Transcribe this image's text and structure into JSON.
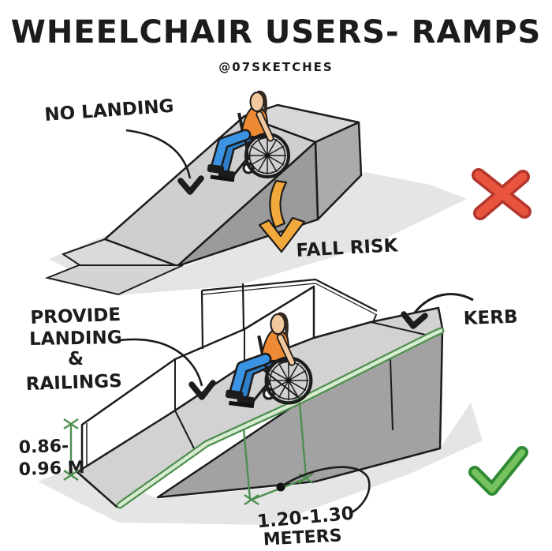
{
  "title": "WHEELCHAIR USERS- RAMPS",
  "credit": "@07SKETCHES",
  "colors": {
    "ink": "#1c1c1c",
    "ramp_top": "#cfcfcf",
    "ramp_side": "#9b9b9b",
    "shadow": "#e5e5e5",
    "skin": "#f2c89e",
    "shirt_orange": "#ee8a33",
    "jeans_blue": "#3b93e3",
    "warning_arrow_orange": "#f2a93b",
    "cross_red": "#e8543e",
    "cross_red_dark": "#b3362c",
    "check_green_light": "#76c25e",
    "check_green_dark": "#2f8a33",
    "kerb_green": "#4e8f50"
  },
  "bad_ramp": {
    "label_no_landing": "NO LANDING",
    "label_fall_risk": "FALL RISK",
    "verdict_icon": "x-mark-icon",
    "verdict": "incorrect"
  },
  "good_ramp": {
    "label_line1": "PROVIDE",
    "label_line2": "LANDING",
    "label_line3": "&",
    "label_line4": "RAILINGS",
    "label_kerb": "KERB",
    "height_dim": {
      "line1": "0.86-",
      "line2": "0.96 M"
    },
    "length_dim": {
      "line1": "1.20-1.30",
      "line2": "METERS"
    },
    "verdict_icon": "check-mark-icon",
    "verdict": "correct"
  }
}
